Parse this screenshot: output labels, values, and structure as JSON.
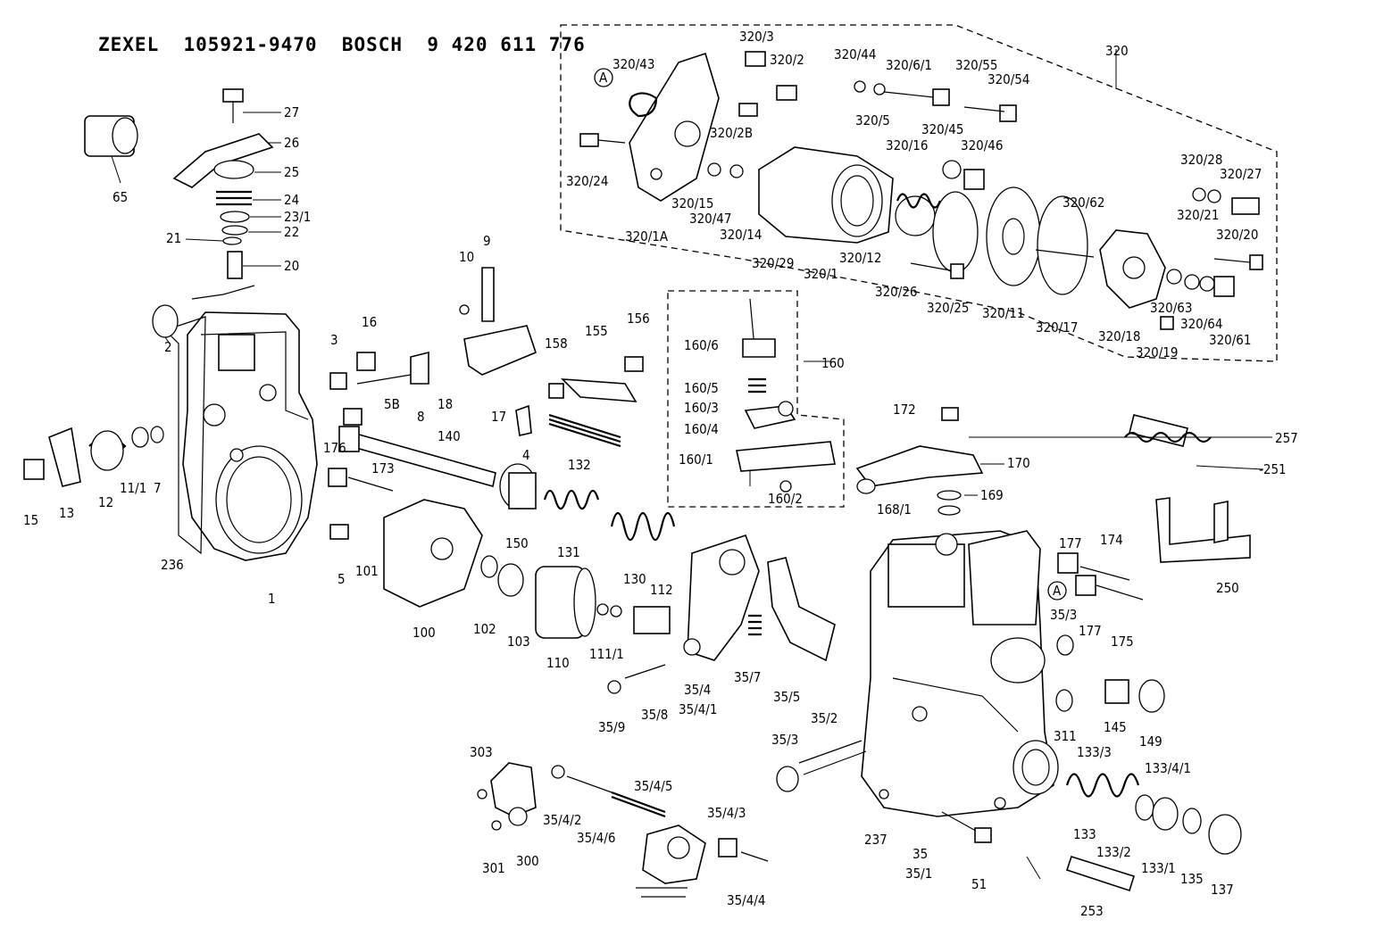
{
  "header": {
    "title": "ZEXEL  105921-9470  BOSCH  9 420 611 776"
  },
  "labels": {
    "l320_3": "320/3",
    "l320_2": "320/2",
    "l320_43": "320/43",
    "l320_A": "A",
    "l320_2B": "320/2B",
    "l320_24": "320/24",
    "l320_15": "320/15",
    "l320_47": "320/47",
    "l320_14": "320/14",
    "l320_1A": "320/1A",
    "l320_44": "320/44",
    "l320_6_1": "320/6/1",
    "l320_55": "320/55",
    "l320_54": "320/54",
    "l320_5": "320/5",
    "l320": "320",
    "l320_45": "320/45",
    "l320_16": "320/16",
    "l320_46": "320/46",
    "l320_29": "320/29",
    "l320_1": "320/1",
    "l320_12": "320/12",
    "l320_26": "320/26",
    "l320_25": "320/25",
    "l320_11": "320/11",
    "l320_17": "320/17",
    "l320_62": "320/62",
    "l320_28": "320/28",
    "l320_27": "320/27",
    "l320_21": "320/21",
    "l320_20": "320/20",
    "l320_63": "320/63",
    "l320_64": "320/64",
    "l320_18": "320/18",
    "l320_19": "320/19",
    "l320_61": "320/61",
    "l27": "27",
    "l26": "26",
    "l25": "25",
    "l24": "24",
    "l23_1": "23/1",
    "l22": "22",
    "l21": "21",
    "l20": "20",
    "l65": "65",
    "l2": "2",
    "l3": "3",
    "l16": "16",
    "l10": "10",
    "l9": "9",
    "l8": "8",
    "l18": "18",
    "l17": "17",
    "l4": "4",
    "l5B": "5B",
    "l155": "155",
    "l156": "156",
    "l158": "158",
    "l132": "132",
    "l160_6": "160/6",
    "l160": "160",
    "l160_5": "160/5",
    "l160_3": "160/3",
    "l160_4": "160/4",
    "l160_1": "160/1",
    "l160_2": "160/2",
    "l172": "172",
    "l170": "170",
    "l169": "169",
    "l168_1": "168/1",
    "l257": "257",
    "l251": "-251",
    "l15": "15",
    "l13": "13",
    "l12": "12",
    "l11_1": "11/1",
    "l7": "7",
    "l176": "176",
    "l173": "173",
    "l140": "140",
    "l236": "236",
    "l1": "1",
    "l5": "5",
    "l101": "101",
    "l100": "100",
    "l102": "102",
    "l103": "103",
    "l150": "150",
    "l131": "131",
    "l130": "130",
    "l110": "110",
    "l112": "112",
    "l111_1": "111/1",
    "l35_4": "35/4",
    "l35_4_1": "35/4/1",
    "l35_7": "35/7",
    "l35_5": "35/5",
    "l35_9": "35/9",
    "l35_8": "35/8",
    "l177a": "177",
    "l174": "174",
    "l177b": "177",
    "l35_3a": "35/3",
    "l175": "175",
    "l250": "250",
    "lA2": "A",
    "l145": "145",
    "l149": "149",
    "l311": "311",
    "l35_2": "35/2",
    "l35_3b": "35/3",
    "l133_3": "133/3",
    "l133_4_1": "133/4/1",
    "l133": "133",
    "l133_2": "133/2",
    "l133_1": "133/1",
    "l135": "135",
    "l137": "137",
    "l237": "237",
    "l35": "35",
    "l35_1": "35/1",
    "l51": "51",
    "l253": "253",
    "l303": "303",
    "l35_4_2": "35/4/2",
    "l35_4_5": "35/4/5",
    "l35_4_6": "35/4/6",
    "l35_4_3": "35/4/3",
    "l300": "300",
    "l301": "301",
    "l35_4_4": "35/4/4"
  }
}
